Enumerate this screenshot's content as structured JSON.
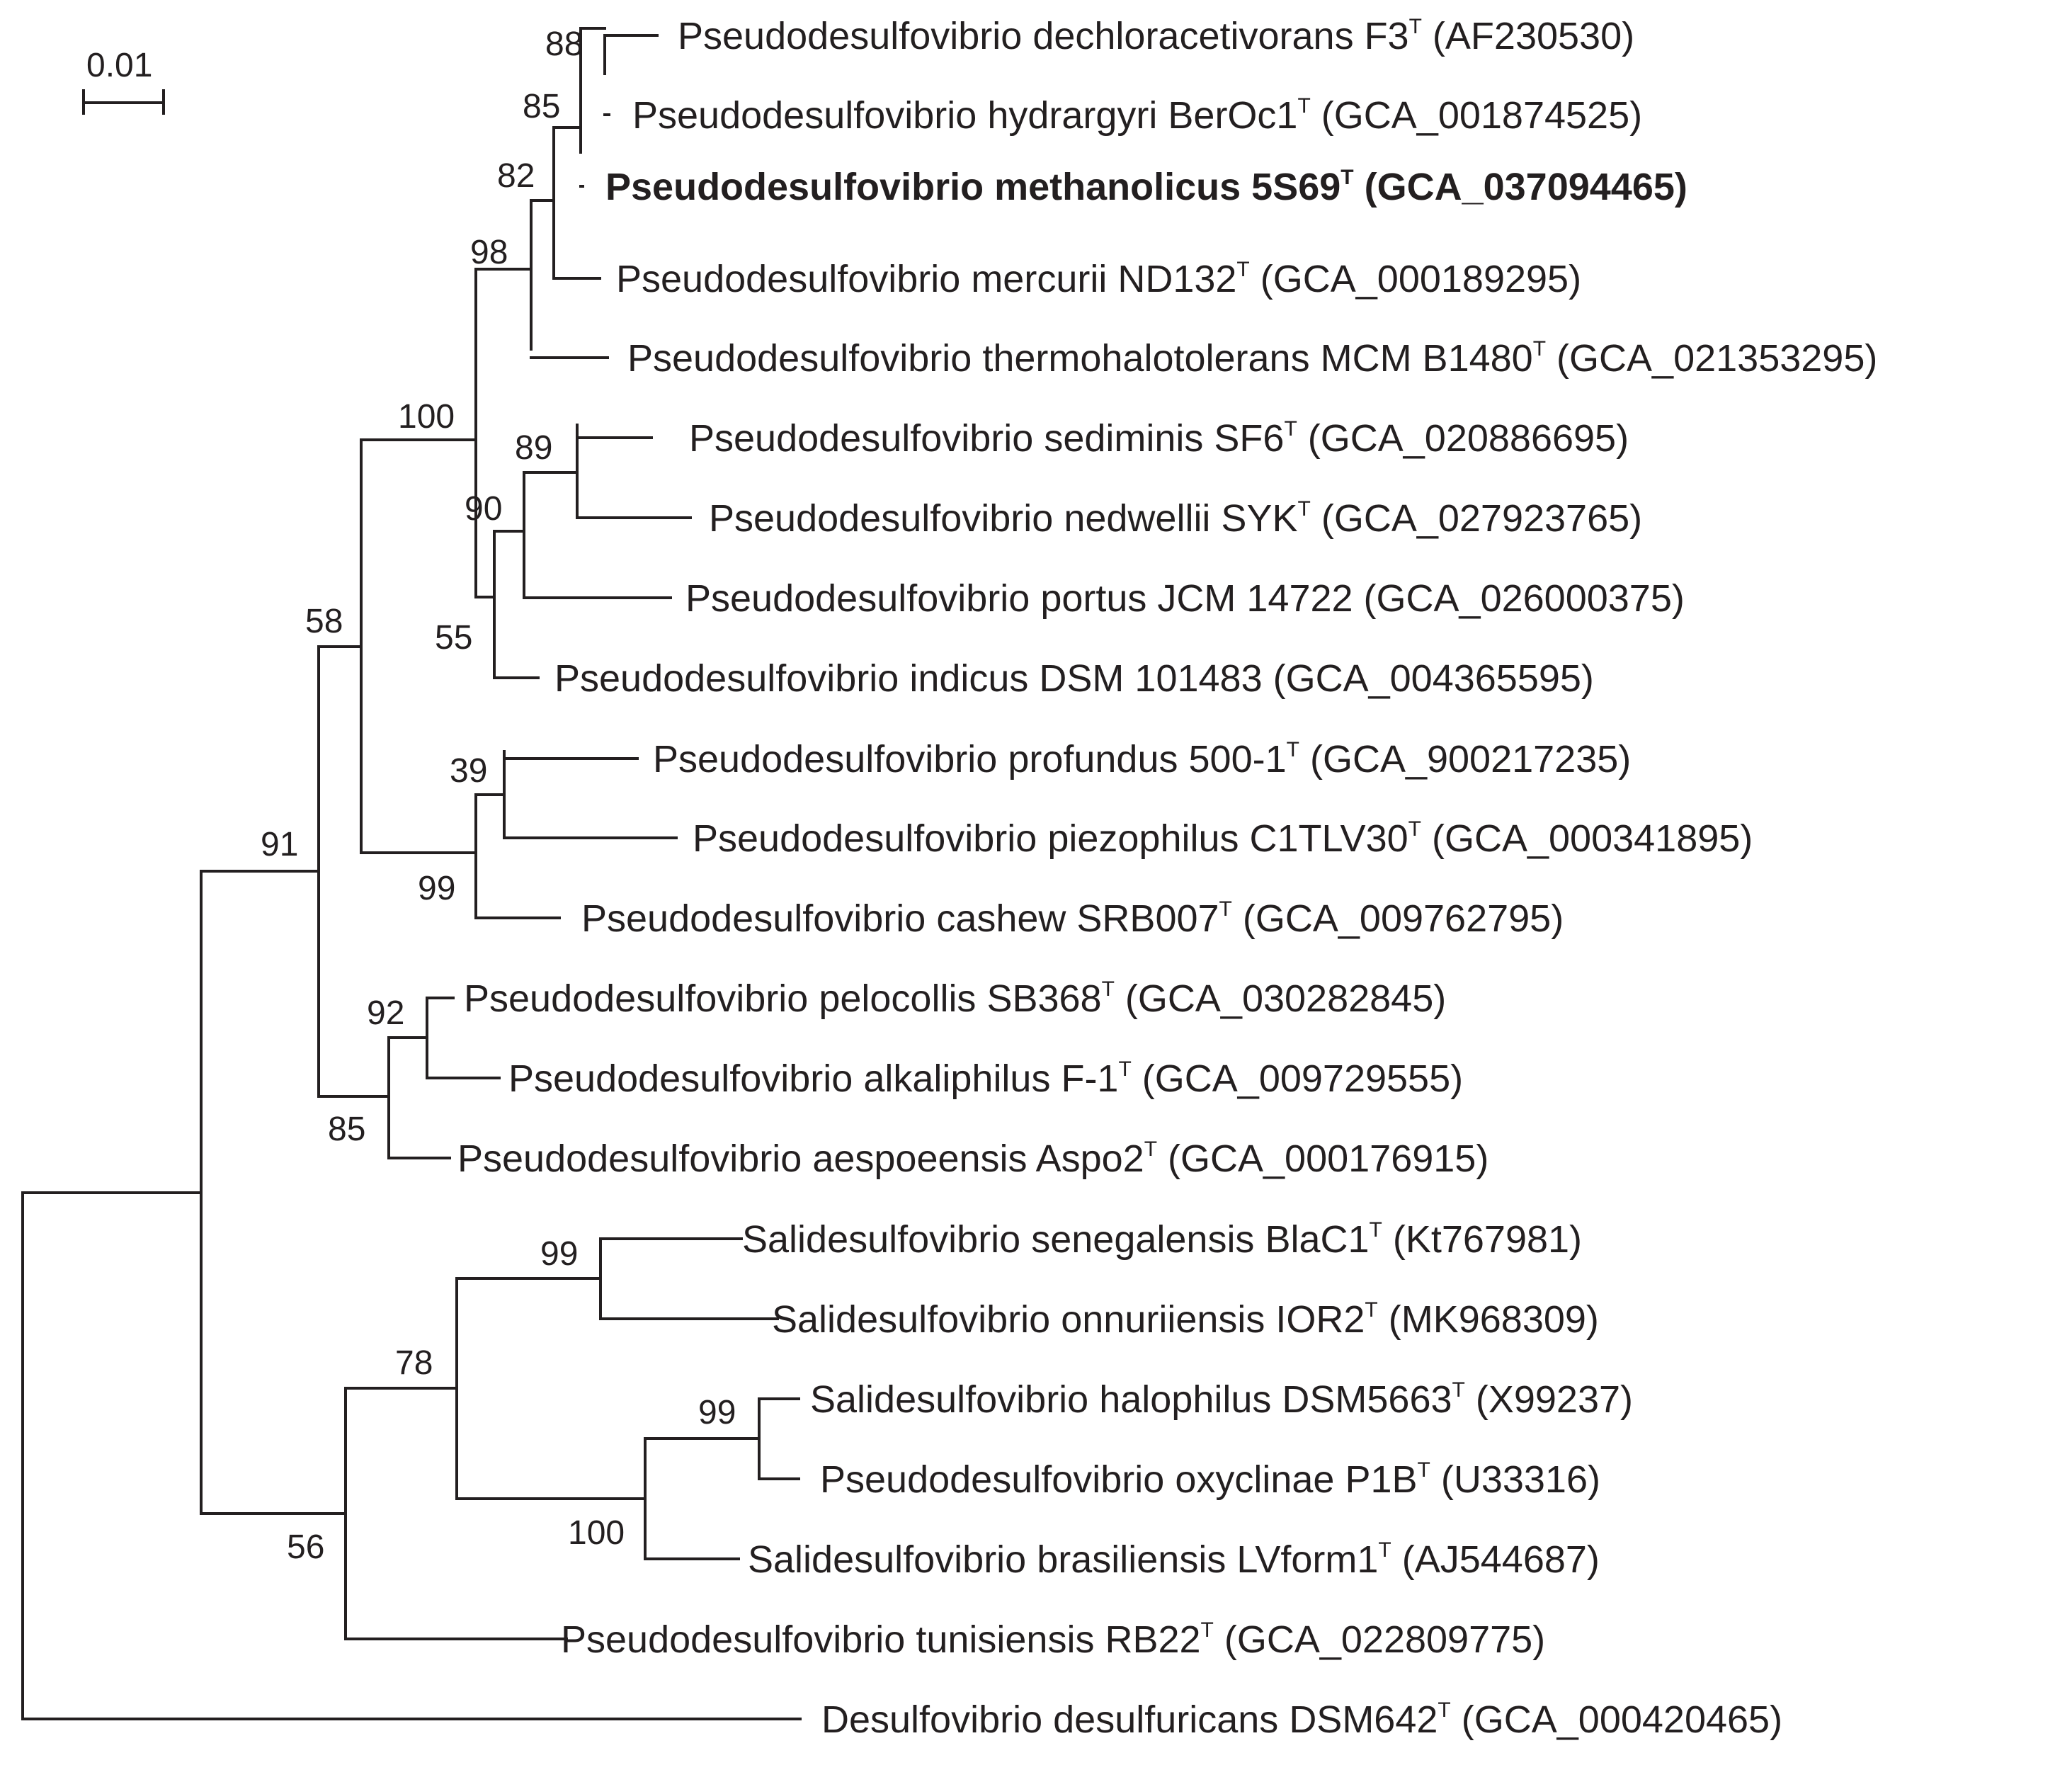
{
  "scale_bar": {
    "label": "0.01"
  },
  "taxa": [
    {
      "name": "Pseudodesulfovibrio dechloracetivorans F3",
      "sup": "T",
      "acc": " (AF230530)",
      "bold": false
    },
    {
      "name": "Pseudodesulfovibrio hydrargyri BerOc1",
      "sup": "T",
      "acc": " (GCA_001874525)",
      "bold": false
    },
    {
      "name": "Pseudodesulfovibrio methanolicus 5S69",
      "sup": "T",
      "acc": " (GCA_037094465)",
      "bold": true
    },
    {
      "name": "Pseudodesulfovibrio mercurii ND132",
      "sup": "T",
      "acc": " (GCA_000189295)",
      "bold": false
    },
    {
      "name": "Pseudodesulfovibrio thermohalotolerans MCM B1480",
      "sup": "T",
      "acc": " (GCA_021353295)",
      "bold": false
    },
    {
      "name": "Pseudodesulfovibrio sediminis SF6",
      "sup": "T",
      "acc": " (GCA_020886695)",
      "bold": false
    },
    {
      "name": "Pseudodesulfovibrio nedwellii SYK",
      "sup": "T",
      "acc": " (GCA_027923765)",
      "bold": false
    },
    {
      "name": "Pseudodesulfovibrio portus JCM 14722 (GCA_026000375)",
      "sup": "",
      "acc": "",
      "bold": false
    },
    {
      "name": "Pseudodesulfovibrio indicus DSM 101483 (GCA_004365595)",
      "sup": "",
      "acc": "",
      "bold": false
    },
    {
      "name": "Pseudodesulfovibrio profundus 500-1",
      "sup": "T",
      "acc": " (GCA_900217235)",
      "bold": false
    },
    {
      "name": "Pseudodesulfovibrio piezophilus C1TLV30",
      "sup": "T",
      "acc": " (GCA_000341895)",
      "bold": false
    },
    {
      "name": "Pseudodesulfovibrio cashew SRB007",
      "sup": "T",
      "acc": " (GCA_009762795)",
      "bold": false
    },
    {
      "name": "Pseudodesulfovibrio pelocollis SB368",
      "sup": "T",
      "acc": " (GCA_030282845)",
      "bold": false
    },
    {
      "name": "Pseudodesulfovibrio alkaliphilus F-1",
      "sup": "T",
      "acc": " (GCA_009729555)",
      "bold": false
    },
    {
      "name": "Pseudodesulfovibrio aespoeensis Aspo2",
      "sup": "T",
      "acc": " (GCA_000176915)",
      "bold": false
    },
    {
      "name": "Salidesulfovibrio senegalensis BlaC1",
      "sup": "T",
      "acc": " (Kt767981)",
      "bold": false
    },
    {
      "name": "Salidesulfovibrio onnuriiensis IOR2",
      "sup": "T",
      "acc": " (MK968309)",
      "bold": false
    },
    {
      "name": "Salidesulfovibrio halophilus DSM5663",
      "sup": "T",
      "acc": " (X99237)",
      "bold": false
    },
    {
      "name": "Pseudodesulfovibrio oxyclinae P1B",
      "sup": "T",
      "acc": " (U33316)",
      "bold": false
    },
    {
      "name": "Salidesulfovibrio brasiliensis LVform1",
      "sup": "T",
      "acc": " (AJ544687)",
      "bold": false
    },
    {
      "name": "Pseudodesulfovibrio tunisiensis RB22",
      "sup": "T",
      "acc": " (GCA_022809775)",
      "bold": false
    },
    {
      "name": "Desulfovibrio desulfuricans DSM642",
      "sup": "T",
      "acc": " (GCA_000420465)",
      "bold": false
    }
  ],
  "bootstrap_values": [
    "88",
    "85",
    "82",
    "98",
    "100",
    "89",
    "90",
    "55",
    "39",
    "99",
    "58",
    "92",
    "85",
    "91",
    "99",
    "99",
    "100",
    "78",
    "56"
  ]
}
